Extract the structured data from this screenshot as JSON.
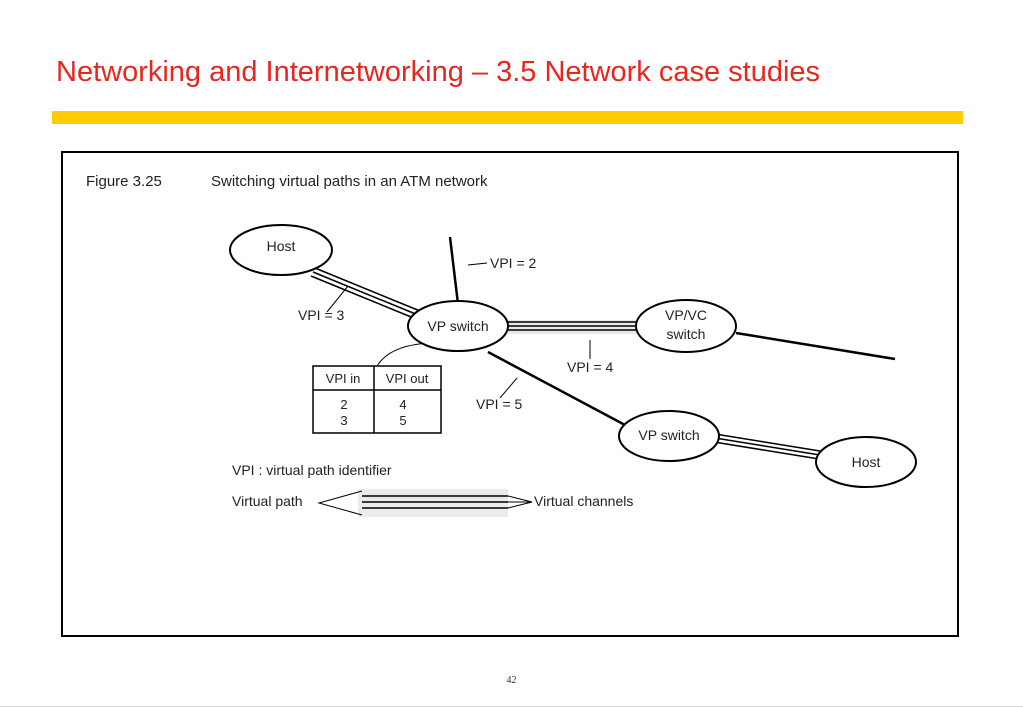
{
  "slide": {
    "title": "Networking and Internetworking – 3.5 Network case studies",
    "page_number": "42",
    "accent_color": "#ffcc00",
    "title_color": "#e8261f"
  },
  "figure": {
    "number": "Figure 3.25",
    "caption": "Switching virtual paths in an ATM network",
    "nodes": {
      "host_top": "Host",
      "vp_switch_center": "VP switch",
      "vpvc_switch_line1": "VP/VC",
      "vpvc_switch_line2": "switch",
      "vp_switch_lower": "VP switch",
      "host_right": "Host"
    },
    "link_labels": {
      "vpi2": "VPI = 2",
      "vpi3": "VPI = 3",
      "vpi4": "VPI = 4",
      "vpi5": "VPI = 5"
    },
    "table": {
      "headers": [
        "VPI in",
        "VPI out"
      ],
      "col_in": [
        "2",
        "3"
      ],
      "col_out": [
        "4",
        "5"
      ]
    },
    "legend": {
      "definition": "VPI : virtual path identifier",
      "virtual_path": "Virtual path",
      "virtual_channels": "Virtual channels"
    }
  }
}
